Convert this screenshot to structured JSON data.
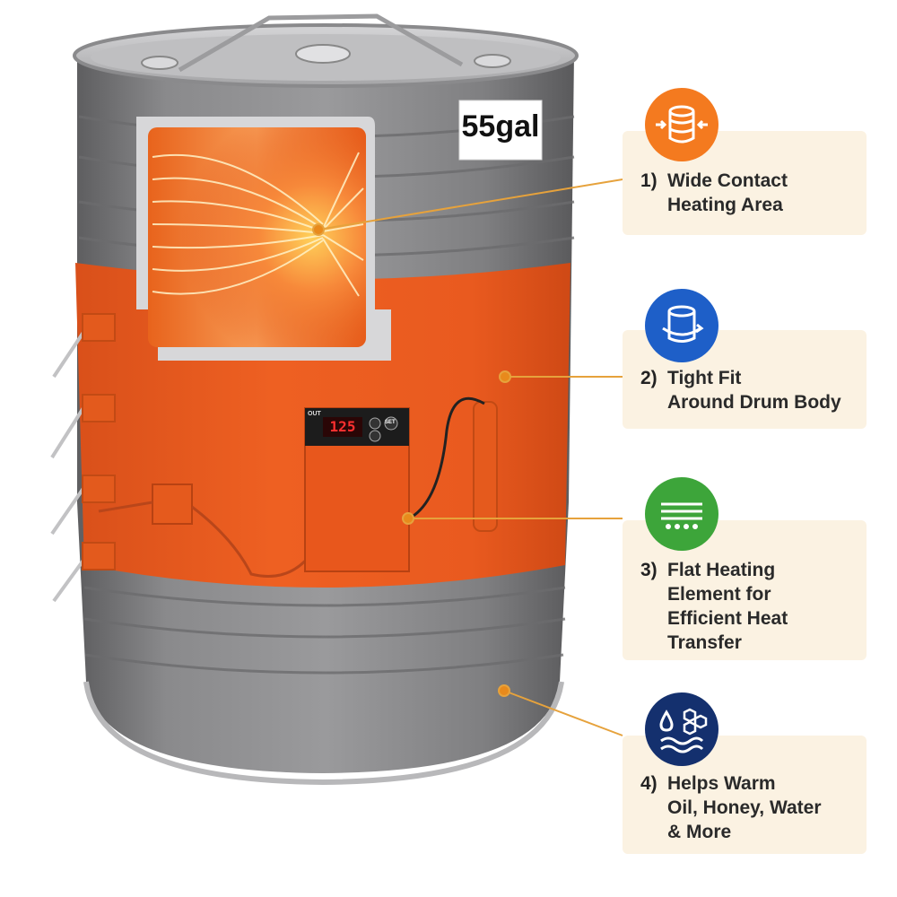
{
  "drum": {
    "size_label": "55gal",
    "controller_top_label": "OUT",
    "controller_set_label": "SET",
    "controller_display": "125"
  },
  "features": [
    {
      "number": "1)",
      "lines": [
        "Wide Contact",
        "Heating Area"
      ],
      "icon": "drum-squeeze-icon",
      "icon_color": "#f47a1f"
    },
    {
      "number": "2)",
      "lines": [
        "Tight Fit",
        "Around Drum Body"
      ],
      "icon": "drum-wrap-icon",
      "icon_color": "#1e5fc8"
    },
    {
      "number": "3)",
      "lines": [
        "Flat Heating",
        "Element for",
        "Efficient Heat",
        "Transfer"
      ],
      "icon": "heating-element-icon",
      "icon_color": "#3da53a"
    },
    {
      "number": "4)",
      "lines": [
        "Helps Warm",
        "Oil, Honey, Water",
        "& More"
      ],
      "icon": "liquids-icon",
      "icon_color": "#14306e"
    }
  ],
  "colors": {
    "drum_gray": "#7c7c7e",
    "heater_orange": "#e85a1e",
    "card_bg": "#fbf2e2",
    "leader_line": "#e8a040"
  }
}
